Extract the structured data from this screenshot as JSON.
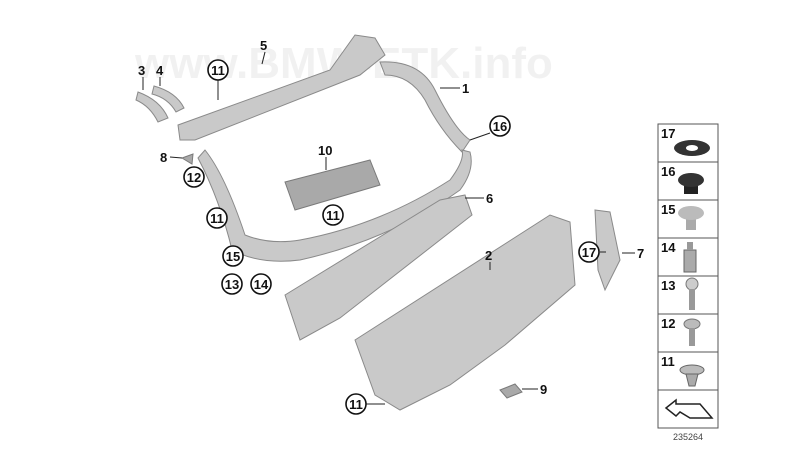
{
  "watermark": "www.BMW-ETK.info",
  "callouts": {
    "c1": "1",
    "c2": "2",
    "c3": "3",
    "c4": "4",
    "c5": "5",
    "c6": "6",
    "c7": "7",
    "c8": "8",
    "c9": "9",
    "c10": "10",
    "c11a": "11",
    "c11b": "11",
    "c11c": "11",
    "c11d": "11",
    "c12": "12",
    "c13": "13",
    "c14": "14",
    "c15": "15",
    "c16": "16",
    "c17": "17"
  },
  "legend": {
    "items": [
      {
        "label": "17",
        "icon": "washer-icon"
      },
      {
        "label": "16",
        "icon": "plug-icon"
      },
      {
        "label": "15",
        "icon": "expanding-rivet-icon"
      },
      {
        "label": "14",
        "icon": "clip-nut-icon"
      },
      {
        "label": "13",
        "icon": "screw-icon"
      },
      {
        "label": "12",
        "icon": "flange-screw-icon"
      },
      {
        "label": "11",
        "icon": "clip-icon"
      },
      {
        "label": "",
        "icon": "arrow-icon"
      }
    ],
    "diagram_id": "235264"
  }
}
